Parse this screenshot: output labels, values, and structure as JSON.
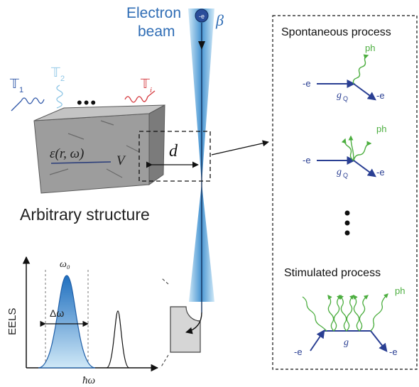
{
  "beam": {
    "title_line1": "Electron",
    "title_line2": "beam",
    "beta": "β",
    "charge": "-e"
  },
  "structure": {
    "epsilon": "ε(r, ω)",
    "volume": "V",
    "distance": "d",
    "caption": "Arbitrary structure"
  },
  "photons": {
    "t1_letter": "𝕋",
    "t1_sub": "1",
    "t2_letter": "𝕋",
    "t2_sub": "2",
    "ti_letter": "𝕋",
    "ti_sub": "i",
    "ellipsis": "•••"
  },
  "eels": {
    "ylabel": "EELS",
    "xlabel": "ħω",
    "peak_label": "ω₀",
    "width_label": "Δω"
  },
  "panel": {
    "spontaneous_title": "Spontaneous process",
    "stimulated_title": "Stimulated process",
    "ph": "ph",
    "electron": "-e",
    "coupling_q": "g",
    "coupling_q_sub": "Q",
    "coupling": "g"
  },
  "colors": {
    "beam_blue": "#2f6db5",
    "beam_light": "#9fd0ef",
    "photon_green": "#4cae3f",
    "t1_blue": "#2f57a8",
    "t2_lightblue": "#8ec6e6",
    "ti_red": "#d4373c",
    "structure_gray": "#9d9d9d"
  }
}
